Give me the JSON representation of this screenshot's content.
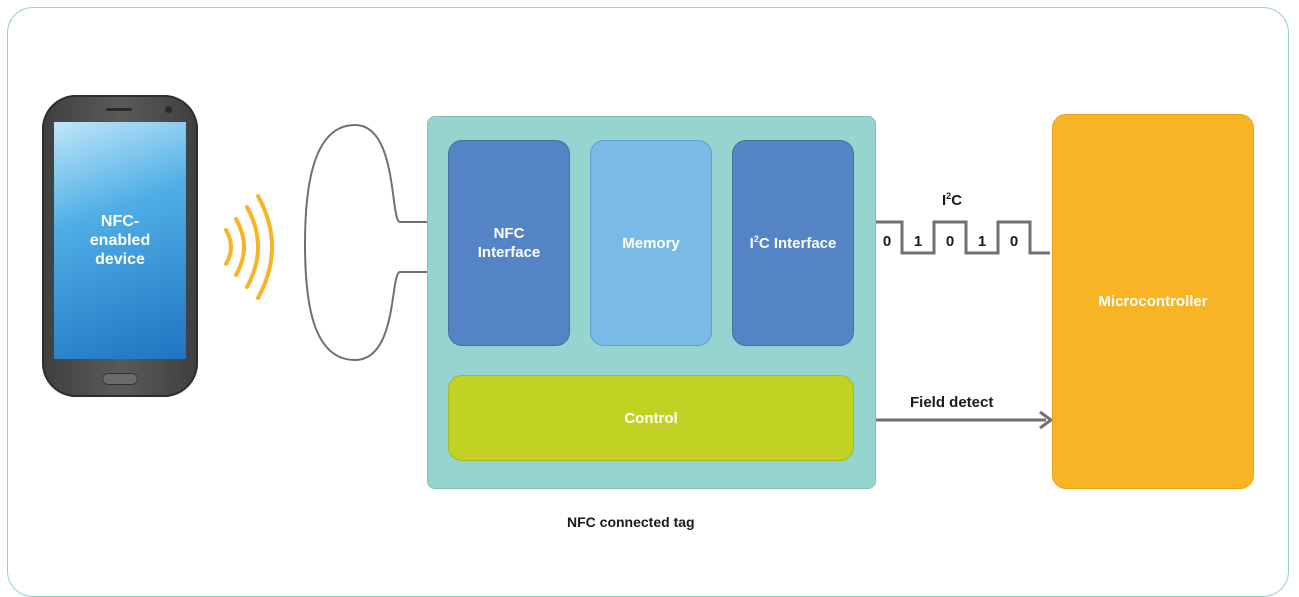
{
  "phone": {
    "label": "NFC-\nenabled\ndevice"
  },
  "tag": {
    "nfc_interface": "NFC Interface",
    "memory": "Memory",
    "i2c_interface_prefix": "I",
    "i2c_interface_sup": "2",
    "i2c_interface_suffix": "C Interface",
    "control": "Control",
    "caption": "NFC connected tag"
  },
  "bus": {
    "label_prefix": "I",
    "label_sup": "2",
    "label_suffix": "C",
    "bits": [
      "0",
      "1",
      "0",
      "1",
      "0"
    ]
  },
  "field_detect": "Field detect",
  "microcontroller": "Microcontroller",
  "colors": {
    "frame": "#8fd3cc",
    "tag_bg": "#96d5cf",
    "interface_blue": "#5484c6",
    "memory_blue": "#79bbe6",
    "control_green": "#c1d224",
    "mcu_orange": "#f8b424",
    "signal_orange": "#f8b424",
    "wire_gray": "#707070"
  }
}
